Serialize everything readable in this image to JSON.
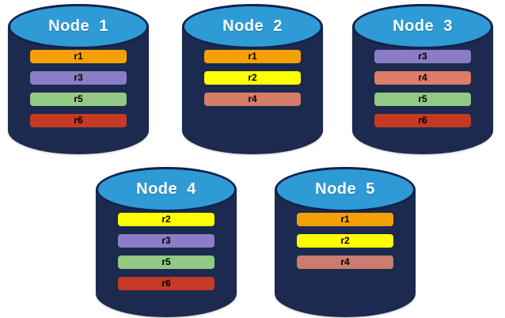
{
  "palette": {
    "cylinder_body": "#1B2A4E",
    "cylinder_top": "#2E9BD6",
    "cylinder_outline": "#15224A",
    "background": "#FFFFFF",
    "title_text": "#FFFFFF",
    "replica_label_text": "#000000",
    "replica_colors": {
      "r1": "#F5A008",
      "r2": "#FFFF00",
      "r3": "#8A7CC5",
      "r4": "#D57C6B",
      "r5": "#92C983",
      "r6": "#C43A24"
    }
  },
  "nodes": [
    {
      "title": "Node  1",
      "replicas": [
        {
          "label": "r1",
          "color": "#F5A008"
        },
        {
          "label": "r3",
          "color": "#8A7CC5"
        },
        {
          "label": "r5",
          "color": "#92C983"
        },
        {
          "label": "r6",
          "color": "#C43A24"
        }
      ]
    },
    {
      "title": "Node  2",
      "replicas": [
        {
          "label": "r1",
          "color": "#F5A008"
        },
        {
          "label": "r2",
          "color": "#FFFF00"
        },
        {
          "label": "r4",
          "color": "#D57C6B"
        }
      ]
    },
    {
      "title": "Node  3",
      "replicas": [
        {
          "label": "r3",
          "color": "#8A7CC5"
        },
        {
          "label": "r4",
          "color": "#DD7D68"
        },
        {
          "label": "r5",
          "color": "#92C983"
        },
        {
          "label": "r6",
          "color": "#C43A24"
        }
      ]
    },
    {
      "title": "Node  4",
      "replicas": [
        {
          "label": "r2",
          "color": "#FFFF00"
        },
        {
          "label": "r3",
          "color": "#8A7CC5"
        },
        {
          "label": "r5",
          "color": "#92C983"
        },
        {
          "label": "r6",
          "color": "#C43A24"
        }
      ]
    },
    {
      "title": "Node  5",
      "replicas": [
        {
          "label": "r1",
          "color": "#F5A008"
        },
        {
          "label": "r2",
          "color": "#FFFF00"
        },
        {
          "label": "r4",
          "color": "#C97C6F"
        }
      ]
    }
  ]
}
